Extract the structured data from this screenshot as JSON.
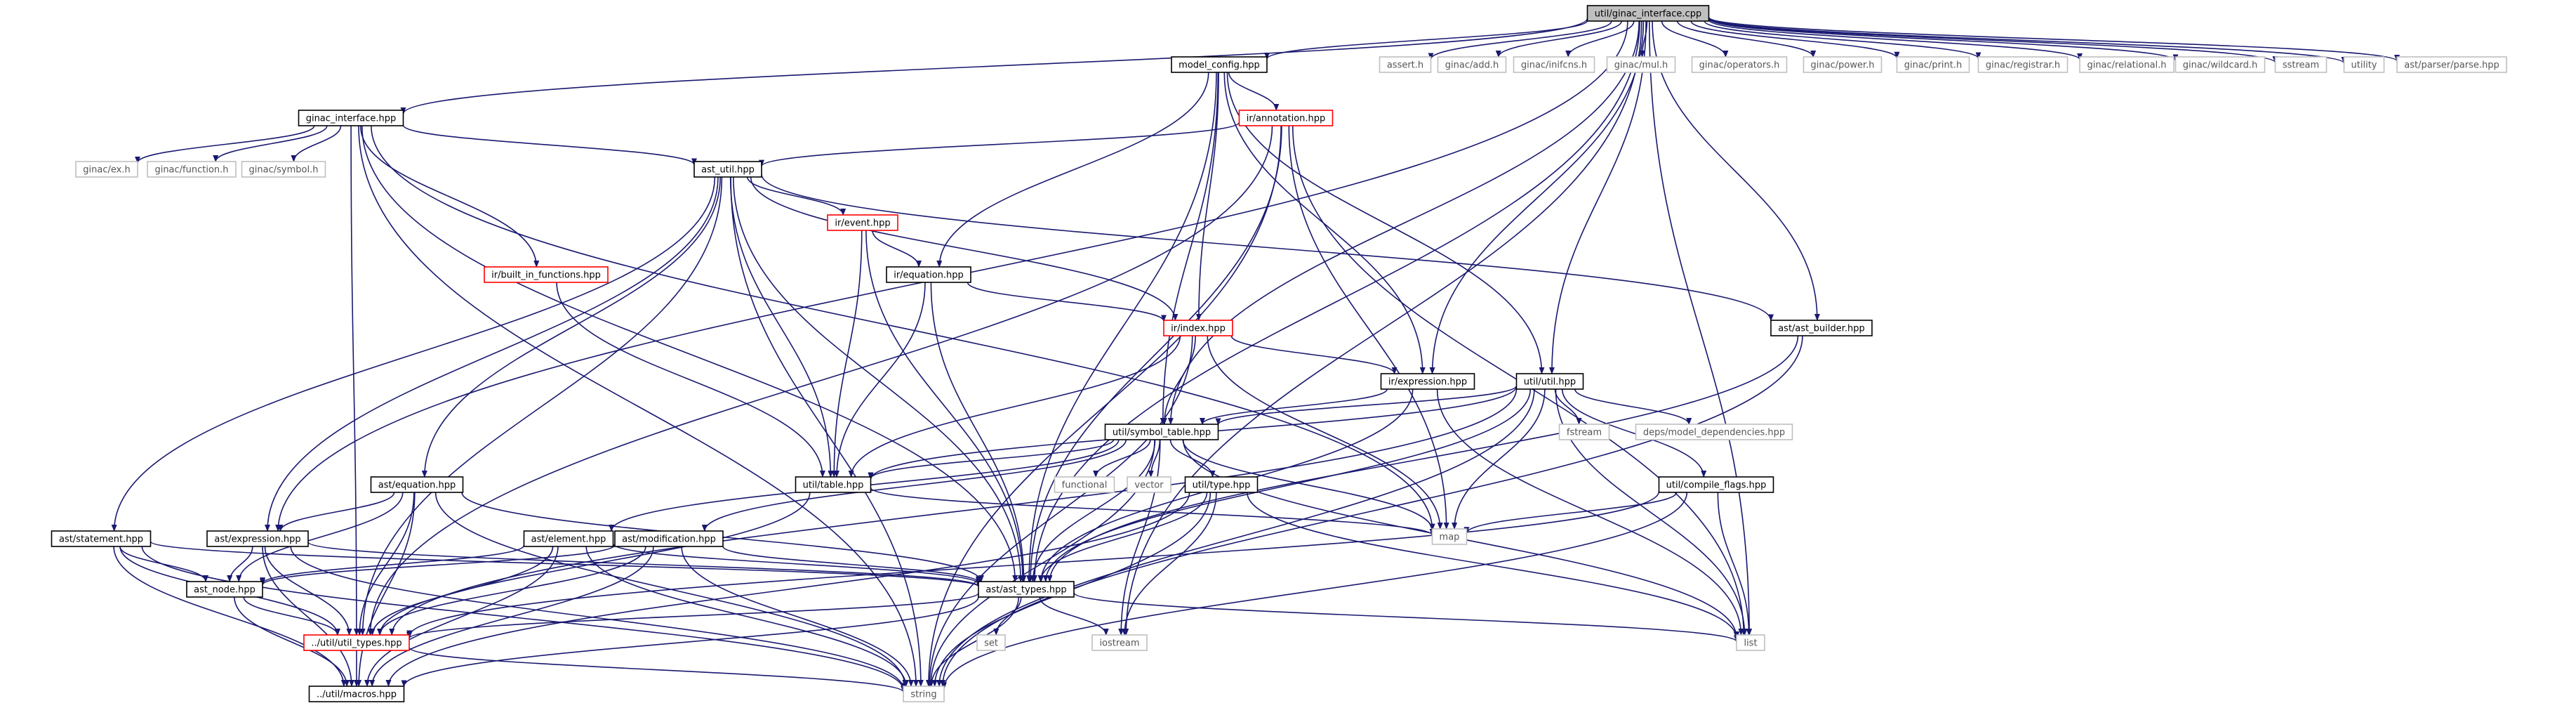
{
  "title": "util/ginac_interface.cpp",
  "colors": {
    "edge": "#191970",
    "root_fill": "#bfbfbf",
    "local_fill": "#ffffff",
    "local_border": "#000000",
    "external_border": "#bfbfbf",
    "external_text": "#555555",
    "truncated_border": "#ff0000"
  },
  "nodes": [
    {
      "id": "root",
      "label": "util/ginac_interface.cpp",
      "kind": "root"
    },
    {
      "id": "model_config",
      "label": "model_config.hpp",
      "kind": "local"
    },
    {
      "id": "assert",
      "label": "assert.h",
      "kind": "external"
    },
    {
      "id": "ginac_add",
      "label": "ginac/add.h",
      "kind": "external"
    },
    {
      "id": "ginac_inifcns",
      "label": "ginac/inifcns.h",
      "kind": "external"
    },
    {
      "id": "ginac_mul",
      "label": "ginac/mul.h",
      "kind": "external"
    },
    {
      "id": "ginac_operators",
      "label": "ginac/operators.h",
      "kind": "external"
    },
    {
      "id": "ginac_power",
      "label": "ginac/power.h",
      "kind": "external"
    },
    {
      "id": "ginac_print",
      "label": "ginac/print.h",
      "kind": "external"
    },
    {
      "id": "ginac_registrar",
      "label": "ginac/registrar.h",
      "kind": "external"
    },
    {
      "id": "ginac_relational",
      "label": "ginac/relational.h",
      "kind": "external"
    },
    {
      "id": "ginac_wildcard",
      "label": "ginac/wildcard.h",
      "kind": "external"
    },
    {
      "id": "sstream",
      "label": "sstream",
      "kind": "external"
    },
    {
      "id": "utility",
      "label": "utility",
      "kind": "external"
    },
    {
      "id": "ast_parser",
      "label": "ast/parser/parse.hpp",
      "kind": "external"
    },
    {
      "id": "ginac_interface_hpp",
      "label": "ginac_interface.hpp",
      "kind": "local"
    },
    {
      "id": "ginac_ex",
      "label": "ginac/ex.h",
      "kind": "external"
    },
    {
      "id": "ginac_function",
      "label": "ginac/function.h",
      "kind": "external"
    },
    {
      "id": "ginac_symbol",
      "label": "ginac/symbol.h",
      "kind": "external"
    },
    {
      "id": "ir_annotation",
      "label": "ir/annotation.hpp",
      "kind": "truncated"
    },
    {
      "id": "ast_util",
      "label": "ast_util.hpp",
      "kind": "local"
    },
    {
      "id": "ir_event",
      "label": "ir/event.hpp",
      "kind": "truncated"
    },
    {
      "id": "ir_builtin",
      "label": "ir/built_in_functions.hpp",
      "kind": "truncated"
    },
    {
      "id": "ir_equation",
      "label": "ir/equation.hpp",
      "kind": "local"
    },
    {
      "id": "ast_builder",
      "label": "ast/ast_builder.hpp",
      "kind": "local"
    },
    {
      "id": "ir_index",
      "label": "ir/index.hpp",
      "kind": "truncated"
    },
    {
      "id": "ir_expression",
      "label": "ir/expression.hpp",
      "kind": "local"
    },
    {
      "id": "util_util",
      "label": "util/util.hpp",
      "kind": "local"
    },
    {
      "id": "util_symtab",
      "label": "util/symbol_table.hpp",
      "kind": "local"
    },
    {
      "id": "fstream",
      "label": "fstream",
      "kind": "external"
    },
    {
      "id": "deps_model",
      "label": "deps/model_dependencies.hpp",
      "kind": "external"
    },
    {
      "id": "util_table",
      "label": "util/table.hpp",
      "kind": "local"
    },
    {
      "id": "functional",
      "label": "functional",
      "kind": "external"
    },
    {
      "id": "vector",
      "label": "vector",
      "kind": "external"
    },
    {
      "id": "util_type",
      "label": "util/type.hpp",
      "kind": "local"
    },
    {
      "id": "util_compile_flags",
      "label": "util/compile_flags.hpp",
      "kind": "local"
    },
    {
      "id": "ast_equation",
      "label": "ast/equation.hpp",
      "kind": "local"
    },
    {
      "id": "map",
      "label": "map",
      "kind": "external"
    },
    {
      "id": "ast_statement",
      "label": "ast/statement.hpp",
      "kind": "local"
    },
    {
      "id": "ast_expression",
      "label": "ast/expression.hpp",
      "kind": "local"
    },
    {
      "id": "ast_element",
      "label": "ast/element.hpp",
      "kind": "local"
    },
    {
      "id": "ast_modification",
      "label": "ast/modification.hpp",
      "kind": "local"
    },
    {
      "id": "ast_types",
      "label": "ast/ast_types.hpp",
      "kind": "local"
    },
    {
      "id": "ast_node",
      "label": "ast_node.hpp",
      "kind": "local"
    },
    {
      "id": "util_types",
      "label": "../util/util_types.hpp",
      "kind": "truncated"
    },
    {
      "id": "set",
      "label": "set",
      "kind": "external"
    },
    {
      "id": "iostream",
      "label": "iostream",
      "kind": "external"
    },
    {
      "id": "list",
      "label": "list",
      "kind": "external"
    },
    {
      "id": "util_macros",
      "label": "../util/macros.hpp",
      "kind": "local"
    },
    {
      "id": "string",
      "label": "string",
      "kind": "external"
    }
  ],
  "edges": [
    [
      "root",
      "model_config"
    ],
    [
      "root",
      "assert"
    ],
    [
      "root",
      "ginac_add"
    ],
    [
      "root",
      "ginac_inifcns"
    ],
    [
      "root",
      "ginac_mul"
    ],
    [
      "root",
      "ginac_operators"
    ],
    [
      "root",
      "ginac_power"
    ],
    [
      "root",
      "ginac_print"
    ],
    [
      "root",
      "ginac_registrar"
    ],
    [
      "root",
      "ginac_relational"
    ],
    [
      "root",
      "ginac_wildcard"
    ],
    [
      "root",
      "sstream"
    ],
    [
      "root",
      "utility"
    ],
    [
      "root",
      "ast_parser"
    ],
    [
      "root",
      "ginac_interface_hpp"
    ],
    [
      "root",
      "ast_expression"
    ],
    [
      "root",
      "ast_types"
    ],
    [
      "root",
      "util_symtab"
    ],
    [
      "root",
      "ir_expression"
    ],
    [
      "root",
      "util_util"
    ],
    [
      "root",
      "ast_builder"
    ],
    [
      "root",
      "list"
    ],
    [
      "root",
      "iostream"
    ],
    [
      "model_config",
      "ir_annotation"
    ],
    [
      "model_config",
      "ir_index"
    ],
    [
      "model_config",
      "ir_equation"
    ],
    [
      "model_config",
      "util_symtab"
    ],
    [
      "model_config",
      "ir_expression"
    ],
    [
      "model_config",
      "util_util"
    ],
    [
      "model_config",
      "ast_types"
    ],
    [
      "ir_annotation",
      "ast_util"
    ],
    [
      "ir_annotation",
      "util_types"
    ],
    [
      "ir_annotation",
      "ast_types"
    ],
    [
      "ir_annotation",
      "map"
    ],
    [
      "ir_annotation",
      "list"
    ],
    [
      "ir_annotation",
      "string"
    ],
    [
      "ginac_interface_hpp",
      "ginac_ex"
    ],
    [
      "ginac_interface_hpp",
      "ginac_function"
    ],
    [
      "ginac_interface_hpp",
      "ginac_symbol"
    ],
    [
      "ginac_interface_hpp",
      "ast_util"
    ],
    [
      "ginac_interface_hpp",
      "ir_builtin"
    ],
    [
      "ginac_interface_hpp",
      "util_types"
    ],
    [
      "ginac_interface_hpp",
      "ast_types"
    ],
    [
      "ginac_interface_hpp",
      "string"
    ],
    [
      "ginac_interface_hpp",
      "map"
    ],
    [
      "ast_util",
      "ir_event"
    ],
    [
      "ast_util",
      "ir_index"
    ],
    [
      "ast_util",
      "ast_builder"
    ],
    [
      "ast_util",
      "ast_statement"
    ],
    [
      "ast_util",
      "ast_expression"
    ],
    [
      "ast_util",
      "ast_equation"
    ],
    [
      "ast_util",
      "util_types"
    ],
    [
      "ast_util",
      "ast_types"
    ],
    [
      "ast_util",
      "string"
    ],
    [
      "ast_util",
      "util_table"
    ],
    [
      "ir_event",
      "ir_equation"
    ],
    [
      "ir_event",
      "util_table"
    ],
    [
      "ir_event",
      "ast_types"
    ],
    [
      "ir_builtin",
      "util_table"
    ],
    [
      "ir_equation",
      "ir_index"
    ],
    [
      "ir_equation",
      "util_table"
    ],
    [
      "ir_equation",
      "ast_types"
    ],
    [
      "ir_index",
      "ir_expression"
    ],
    [
      "ir_index",
      "util_symtab"
    ],
    [
      "ir_index",
      "util_table"
    ],
    [
      "ir_index",
      "map"
    ],
    [
      "ir_index",
      "string"
    ],
    [
      "ir_expression",
      "util_symtab"
    ],
    [
      "ir_expression",
      "ast_types"
    ],
    [
      "ir_expression",
      "list"
    ],
    [
      "ast_builder",
      "ast_types"
    ],
    [
      "ast_builder",
      "string"
    ],
    [
      "util_util",
      "util_symtab"
    ],
    [
      "util_util",
      "fstream"
    ],
    [
      "util_util",
      "deps_model"
    ],
    [
      "util_util",
      "util_table"
    ],
    [
      "util_util",
      "util_compile_flags"
    ],
    [
      "util_util",
      "map"
    ],
    [
      "util_util",
      "list"
    ],
    [
      "util_util",
      "string"
    ],
    [
      "util_util",
      "ast_types"
    ],
    [
      "util_util",
      "util_types"
    ],
    [
      "util_symtab",
      "util_table"
    ],
    [
      "util_symtab",
      "functional"
    ],
    [
      "util_symtab",
      "vector"
    ],
    [
      "util_symtab",
      "util_type"
    ],
    [
      "util_symtab",
      "map"
    ],
    [
      "util_symtab",
      "ast_types"
    ],
    [
      "util_symtab",
      "ast_element"
    ],
    [
      "util_symtab",
      "ast_modification"
    ],
    [
      "util_symtab",
      "iostream"
    ],
    [
      "util_symtab",
      "string"
    ],
    [
      "util_symtab",
      "list"
    ],
    [
      "util_table",
      "map"
    ],
    [
      "util_table",
      "util_types"
    ],
    [
      "util_type",
      "ast_types"
    ],
    [
      "util_type",
      "list"
    ],
    [
      "util_type",
      "iostream"
    ],
    [
      "util_type",
      "string"
    ],
    [
      "util_type",
      "util_macros"
    ],
    [
      "util_compile_flags",
      "map"
    ],
    [
      "util_compile_flags",
      "list"
    ],
    [
      "util_compile_flags",
      "string"
    ],
    [
      "util_compile_flags",
      "util_types"
    ],
    [
      "ast_equation",
      "ast_expression"
    ],
    [
      "ast_equation",
      "ast_types"
    ],
    [
      "ast_equation",
      "util_types"
    ],
    [
      "ast_equation",
      "util_macros"
    ],
    [
      "ast_equation",
      "string"
    ],
    [
      "ast_equation",
      "ast_node"
    ],
    [
      "ast_statement",
      "ast_node"
    ],
    [
      "ast_statement",
      "util_types"
    ],
    [
      "ast_statement",
      "util_macros"
    ],
    [
      "ast_statement",
      "ast_types"
    ],
    [
      "ast_statement",
      "string"
    ],
    [
      "ast_expression",
      "ast_node"
    ],
    [
      "ast_expression",
      "util_types"
    ],
    [
      "ast_expression",
      "ast_types"
    ],
    [
      "ast_expression",
      "util_macros"
    ],
    [
      "ast_expression",
      "string"
    ],
    [
      "ast_element",
      "ast_node"
    ],
    [
      "ast_element",
      "util_types"
    ],
    [
      "ast_element",
      "ast_types"
    ],
    [
      "ast_element",
      "string"
    ],
    [
      "ast_element",
      "util_macros"
    ],
    [
      "ast_modification",
      "ast_node"
    ],
    [
      "ast_modification",
      "util_types"
    ],
    [
      "ast_modification",
      "ast_types"
    ],
    [
      "ast_modification",
      "string"
    ],
    [
      "ast_modification",
      "util_macros"
    ],
    [
      "ast_types",
      "set"
    ],
    [
      "ast_types",
      "iostream"
    ],
    [
      "ast_types",
      "list"
    ],
    [
      "ast_types",
      "string"
    ],
    [
      "ast_types",
      "util_types"
    ],
    [
      "ast_types",
      "util_macros"
    ],
    [
      "ast_node",
      "util_types"
    ],
    [
      "ast_node",
      "util_macros"
    ],
    [
      "util_types",
      "string"
    ],
    [
      "util_types",
      "util_macros"
    ]
  ]
}
